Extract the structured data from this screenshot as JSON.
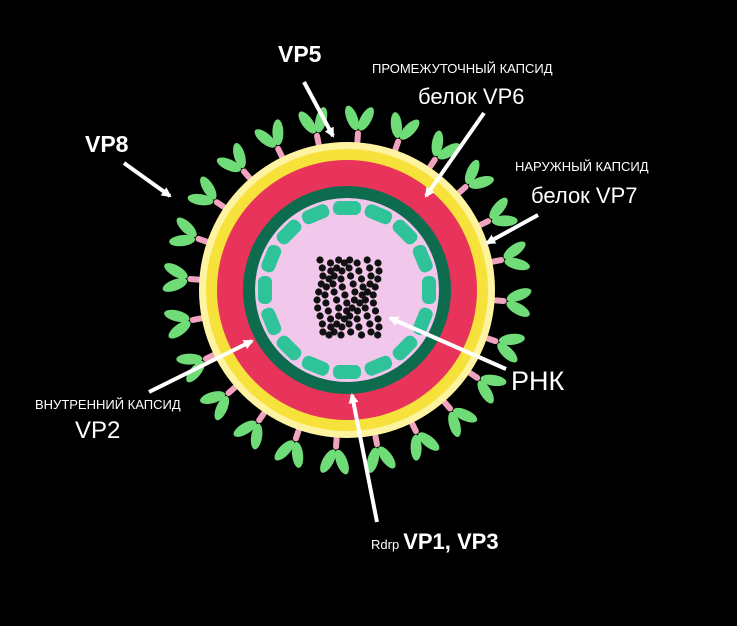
{
  "labels": {
    "vp5": "VP5",
    "vp8": "VP8",
    "intermediate_capsid": "ПРОМЕЖУТОЧНЫЙ КАПСИД",
    "intermediate_protein": "белок VP6",
    "outer_capsid": "НАРУЖНЫЙ КАПСИД",
    "outer_protein": "белок VP7",
    "rna": "РНК",
    "inner_capsid": "ВНУТРЕННИЙ КАПСИД",
    "inner_protein": "VP2",
    "rdrp": "Rdrp",
    "vp1_vp3": "VP1, VP3"
  },
  "colors": {
    "background": "#000000",
    "outer_capsid_yellow": "#f6e23a",
    "outer_capsid_pale": "#fdf3a0",
    "intermediate_capsid_red": "#e8345a",
    "inner_capsid_green": "#0d6b4e",
    "rdrp_teal": "#2fc39a",
    "core_pink": "#f2c7ec",
    "spike_green": "#6fdc78",
    "spike_base_pink": "#f0a3c0",
    "rna_black": "#111111",
    "arrow_white": "#ffffff"
  }
}
